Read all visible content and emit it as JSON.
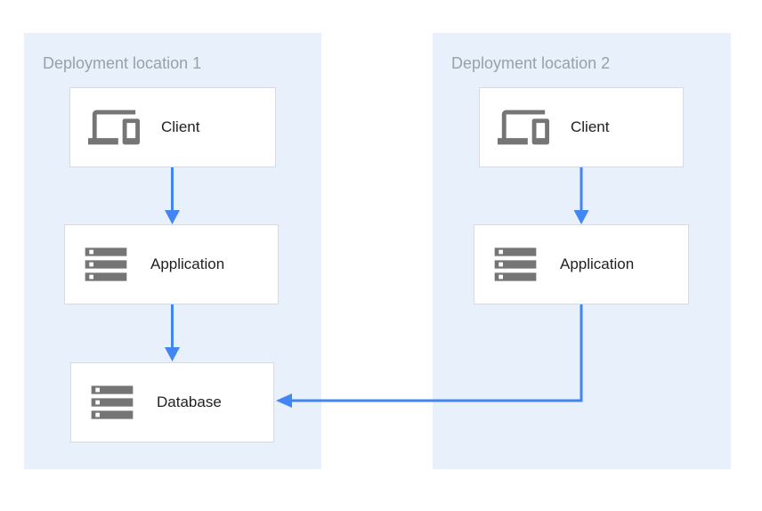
{
  "groups": [
    {
      "label": "Deployment location 1"
    },
    {
      "label": "Deployment location 2"
    }
  ],
  "nodes": [
    {
      "id": "client-1",
      "label": "Client",
      "icon": "devices-icon",
      "group": "Deployment location 1"
    },
    {
      "id": "application-1",
      "label": "Application",
      "icon": "server-stack-icon",
      "group": "Deployment location 1"
    },
    {
      "id": "database-1",
      "label": "Database",
      "icon": "server-stack-icon",
      "group": "Deployment location 1"
    },
    {
      "id": "client-2",
      "label": "Client",
      "icon": "devices-icon",
      "group": "Deployment location 2"
    },
    {
      "id": "application-2",
      "label": "Application",
      "icon": "server-stack-icon",
      "group": "Deployment location 2"
    }
  ],
  "edges": [
    {
      "from": "client-1",
      "to": "application-1"
    },
    {
      "from": "application-1",
      "to": "database-1"
    },
    {
      "from": "client-2",
      "to": "application-2"
    },
    {
      "from": "application-2",
      "to": "database-1"
    }
  ],
  "colors": {
    "panel_background": "#e7f0fb",
    "arrow_blue": "#4285f4",
    "icon_gray": "#757575",
    "box_border": "#d8dadd",
    "group_label_gray": "#9aa0a6",
    "node_text": "#212124"
  }
}
